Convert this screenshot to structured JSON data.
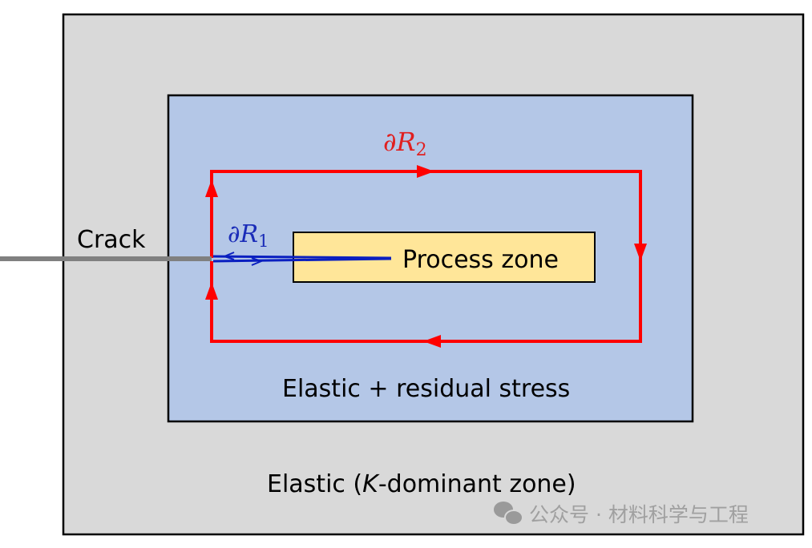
{
  "diagram": {
    "title": "J-integral contours around crack tip with process zone",
    "regions": {
      "outer": {
        "label_prefix": "Elastic (",
        "label_italic": "K",
        "label_suffix": "-dominant zone)",
        "fill": "#d9d9d9"
      },
      "middle": {
        "label": "Elastic + residual stress",
        "fill": "#b4c7e7"
      },
      "process_zone": {
        "label": "Process zone",
        "fill": "#ffe699"
      }
    },
    "crack": {
      "label": "Crack",
      "color": "#808080"
    },
    "contours": {
      "outer": {
        "symbol": "∂R",
        "subscript": "2",
        "color": "#ff0000",
        "direction": "clockwise"
      },
      "inner": {
        "symbol": "∂R",
        "subscript": "1",
        "color": "#0000c0",
        "direction": "along crack faces to process zone tip"
      }
    },
    "watermark": {
      "text": "公众号 · 材料科学与工程",
      "icon": "wechat-icon"
    }
  }
}
